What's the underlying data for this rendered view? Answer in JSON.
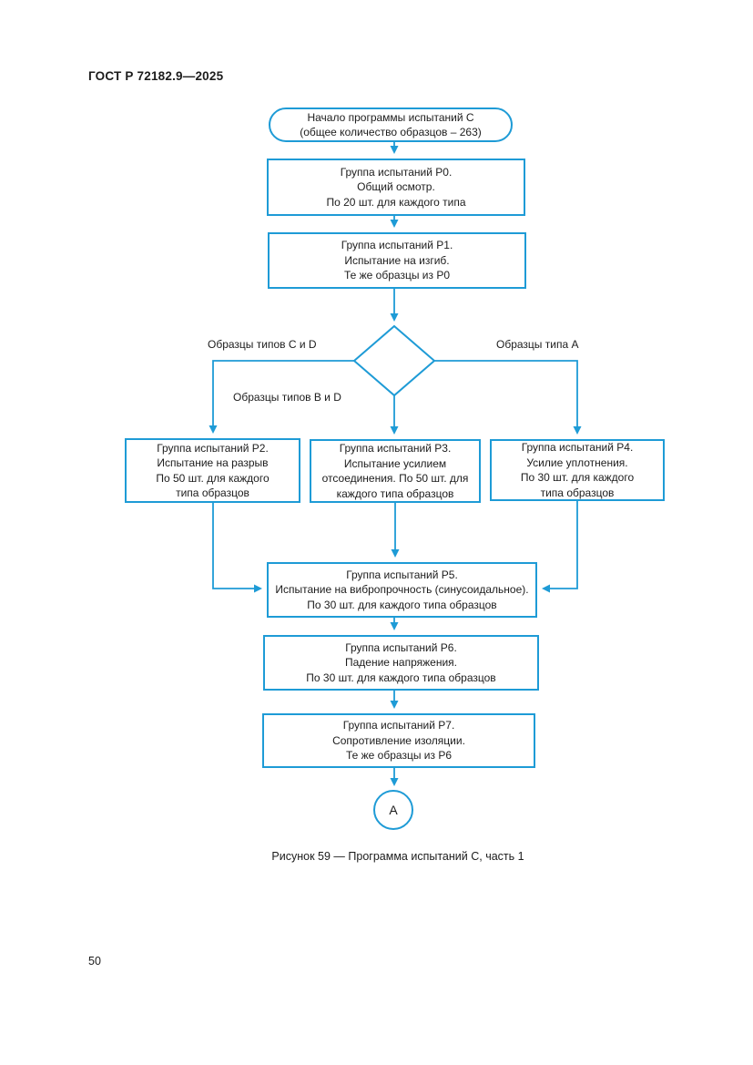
{
  "page": {
    "header": "ГОСТ Р 72182.9—2025",
    "caption": "Рисунок 59 — Программа испытаний С, часть 1",
    "page_number": "50"
  },
  "colors": {
    "accent": "#1e9bd6",
    "text": "#1c1c1c"
  },
  "flowchart": {
    "start": "Начало программы испытаний С\n(общее количество образцов – 263)",
    "p0": "Группа испытаний Р0.\nОбщий осмотр.\nПо 20 шт. для каждого типа",
    "p1": "Группа испытаний Р1.\nИспытание на изгиб.\nТе же образцы из Р0",
    "branch_left": "Образцы типов С и D",
    "branch_right": "Образцы типа А",
    "branch_middle": "Образцы типов В и D",
    "p2": "Группа испытаний Р2.\nИспытание на разрыв\nПо 50 шт. для каждого\nтипа образцов",
    "p3": "Группа испытаний Р3.\nИспытание усилием\nотсоединения. По 50 шт. для\nкаждого типа  образцов",
    "p4": "Группа испытаний Р4.\nУсилие уплотнения.\nПо 30 шт. для каждого\nтипа образцов",
    "p5": "Группа испытаний Р5.\nИспытание на вибропрочность  (синусоидальное).\nПо 30 шт. для каждого типа образцов",
    "p6": "Группа испытаний Р6.\nПадение напряжения.\nПо 30 шт. для каждого типа образцов",
    "p7": "Группа испытаний Р7.\nСопротивление изоляции.\nТе же образцы из Р6",
    "end_label": "А"
  }
}
